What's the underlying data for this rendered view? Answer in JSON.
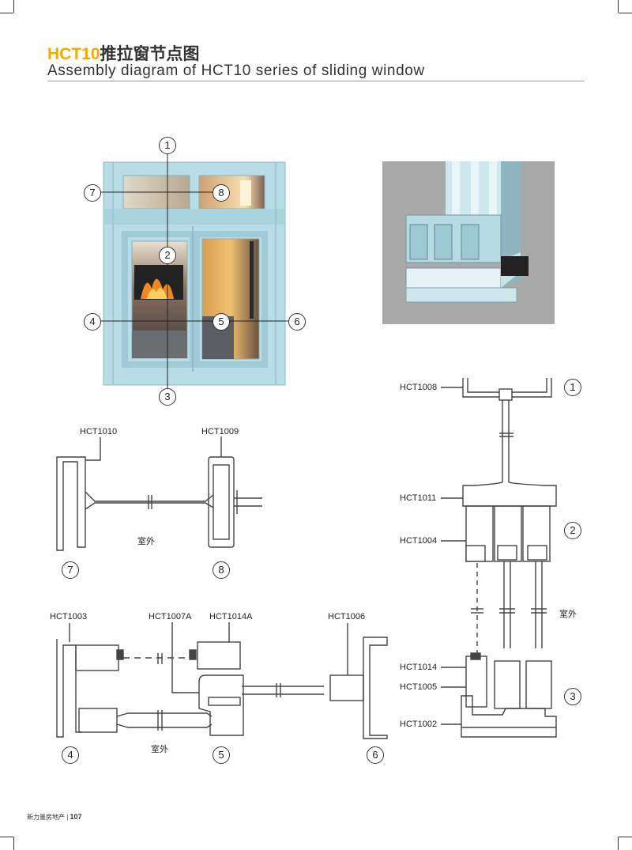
{
  "header": {
    "title_code": "HCT10",
    "title_cn": "推拉窗节点图",
    "title_en": "Assembly diagram of HCT10 series of sliding window"
  },
  "colors": {
    "accent": "#f5a800",
    "frame": "#b8dde6",
    "profile": "#555555"
  },
  "callouts": {
    "c1": "1",
    "c2": "2",
    "c3": "3",
    "c4": "4",
    "c5": "5",
    "c6": "6",
    "c7": "7",
    "c8": "8"
  },
  "section_labels": {
    "s1": "1",
    "s2": "2",
    "s3": "3",
    "s4": "4",
    "s5": "5",
    "s6": "6",
    "s7": "7",
    "s8": "8"
  },
  "parts": {
    "hct1008": "HCT1008",
    "hct1011": "HCT1011",
    "hct1004": "HCT1004",
    "hct1014": "HCT1014",
    "hct1005": "HCT1005",
    "hct1002": "HCT1002",
    "hct1010": "HCT1010",
    "hct1009": "HCT1009",
    "hct1003": "HCT1003",
    "hct1007a": "HCT1007A",
    "hct1014a": "HCT1014A",
    "hct1006": "HCT1006"
  },
  "outdoor": {
    "a": "室外",
    "b": "室外",
    "c": "室外"
  },
  "footer": {
    "brand": "新力量房地产",
    "page": "107"
  }
}
